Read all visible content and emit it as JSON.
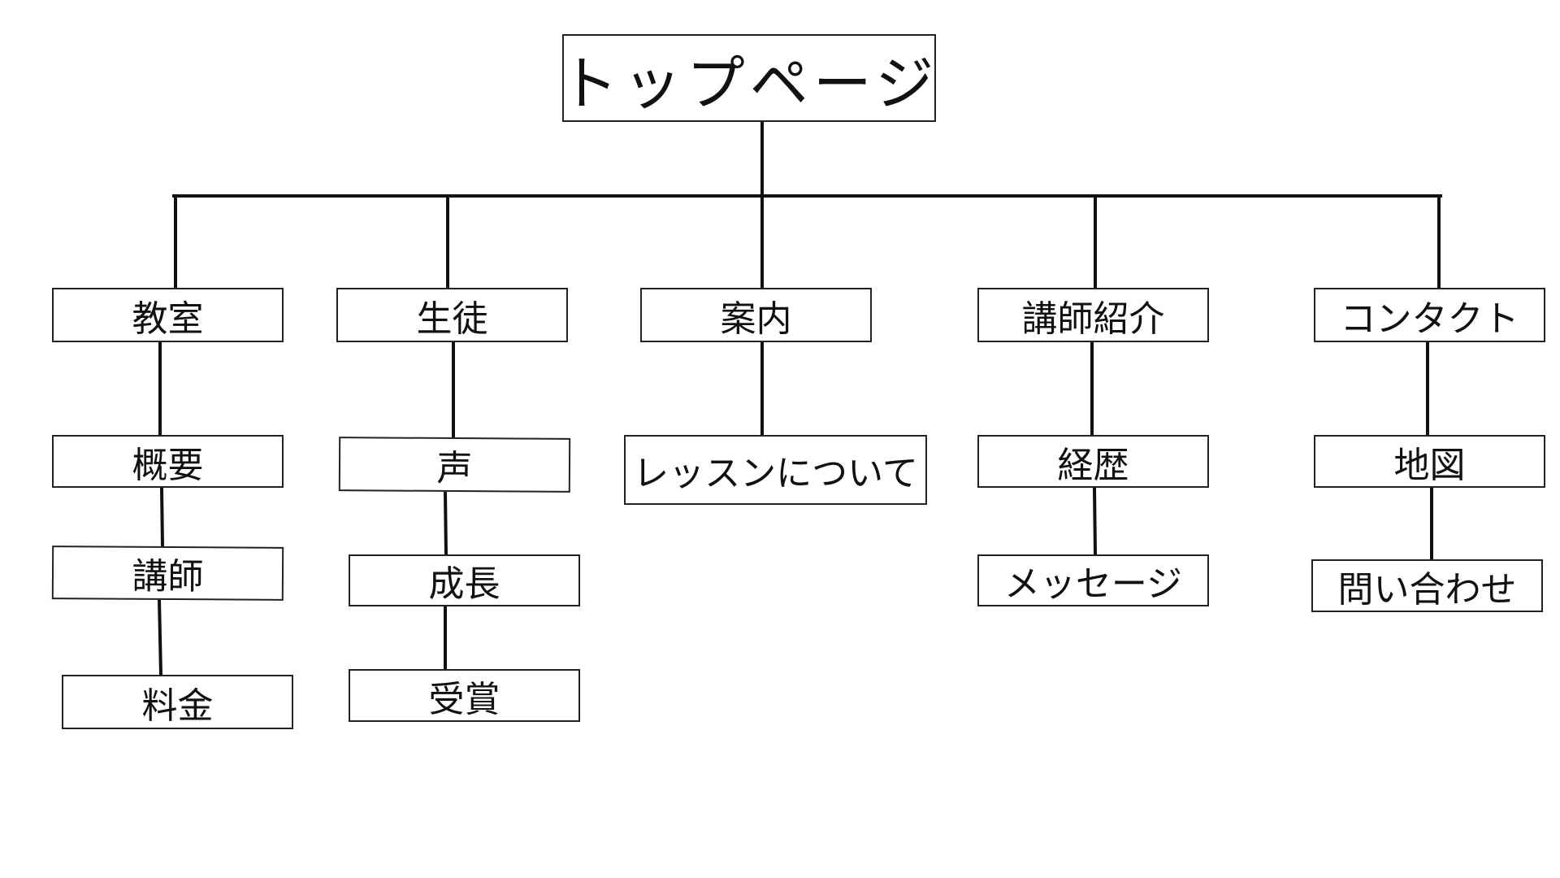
{
  "diagram": {
    "root": {
      "label": "トップページ"
    },
    "sections": [
      {
        "label": "教室",
        "children": [
          {
            "label": "概要"
          },
          {
            "label": "講師"
          },
          {
            "label": "料金"
          }
        ]
      },
      {
        "label": "生徒",
        "children": [
          {
            "label": "声"
          },
          {
            "label": "成長"
          },
          {
            "label": "受賞"
          }
        ]
      },
      {
        "label": "案内",
        "children": [
          {
            "label": "レッスンについて"
          }
        ]
      },
      {
        "label": "講師紹介",
        "children": [
          {
            "label": "経歴"
          },
          {
            "label": "メッセージ"
          }
        ]
      },
      {
        "label": "コンタクト",
        "children": [
          {
            "label": "地図"
          },
          {
            "label": "問い合わせ"
          }
        ]
      }
    ]
  }
}
